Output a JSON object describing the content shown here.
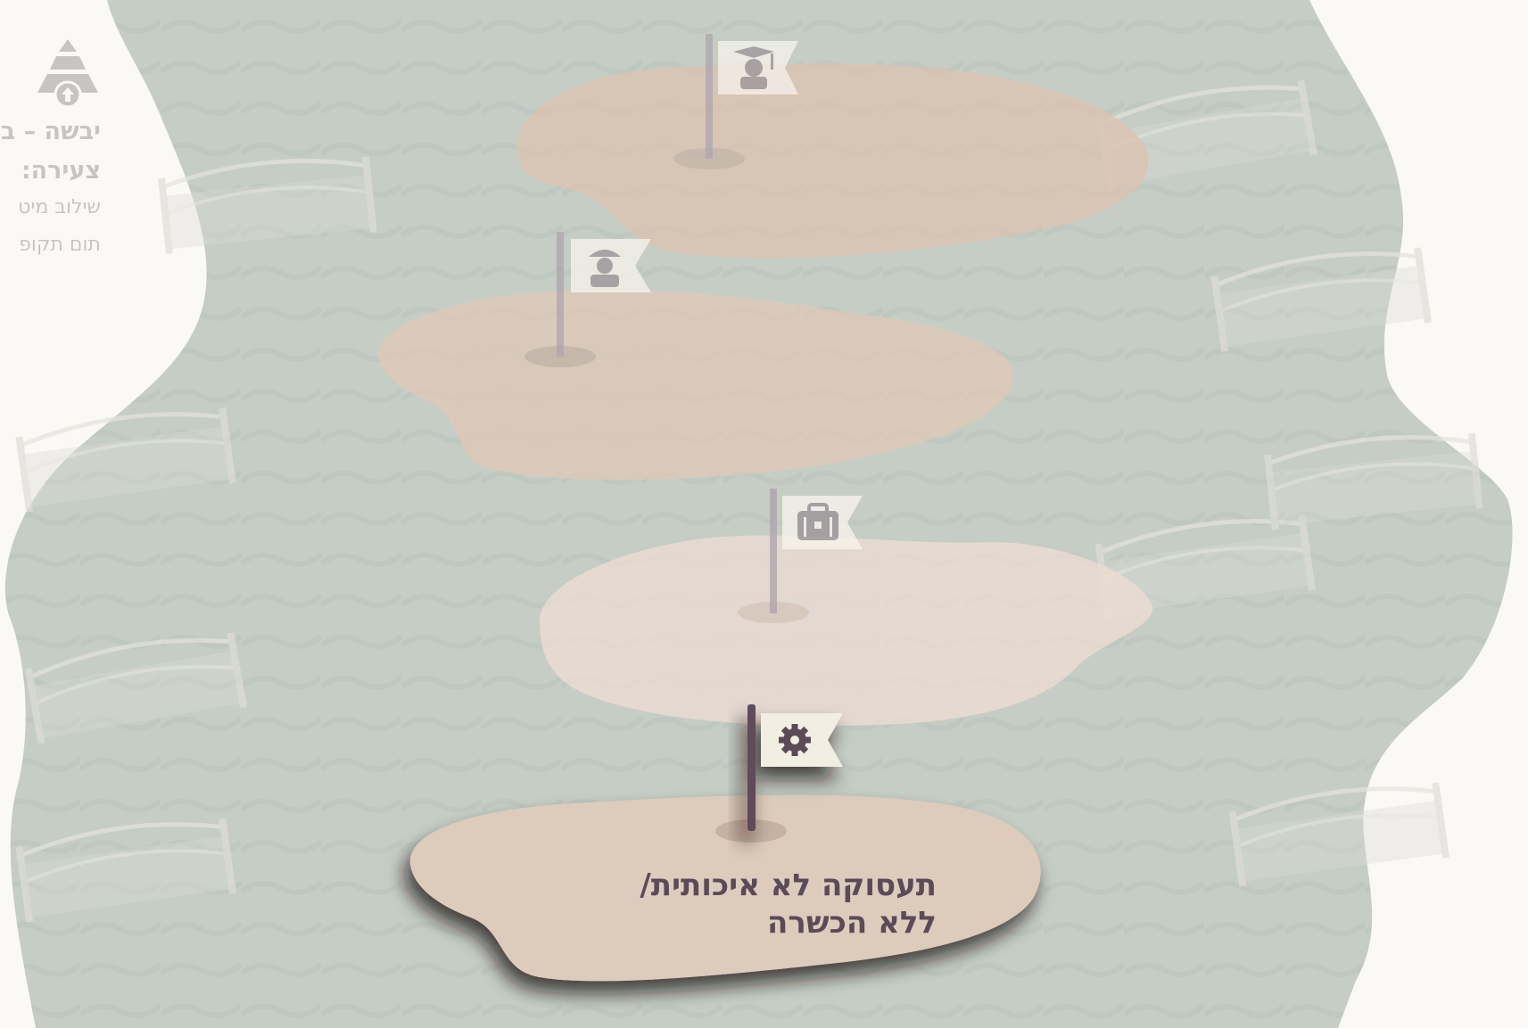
{
  "sidebar": {
    "title_line1": "יבשה – ב",
    "title_line2": "צעירה:",
    "subtitle_line1": "שילוב מיט",
    "subtitle_line2": "תום תקופ",
    "logo_icon": "pyramid-arrow-icon"
  },
  "islands": [
    {
      "flag_icon": "graduate-icon",
      "state": "faded"
    },
    {
      "flag_icon": "worker-helmet-icon",
      "state": "faded"
    },
    {
      "flag_icon": "briefcase-icon",
      "state": "faded"
    },
    {
      "flag_icon": "gear-icon",
      "state": "active",
      "label_line1": "תעסוקה לא איכותית/",
      "label_line2": "ללא הכשרה"
    }
  ],
  "colors": {
    "water": "#c5cdc5",
    "island_active": "#ddcbbc",
    "label_text": "#5b4a58",
    "pole": "#5e4b5a",
    "flag": "#f3eee2"
  }
}
